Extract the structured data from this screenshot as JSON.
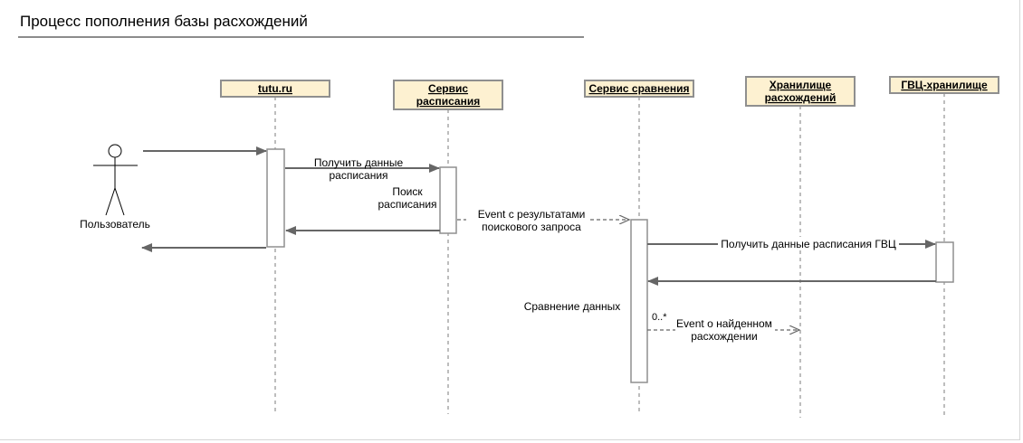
{
  "title": "Процесс пополнения базы расхождений",
  "actor": {
    "label": "Пользователь",
    "icon": "stick-figure-icon"
  },
  "participants": [
    {
      "id": "tutu",
      "lines": [
        "tutu.ru"
      ]
    },
    {
      "id": "schedule",
      "lines": [
        "Сервис",
        "расписания"
      ]
    },
    {
      "id": "compare",
      "lines": [
        "Сервис сравнения"
      ]
    },
    {
      "id": "storage",
      "lines": [
        "Хранилище",
        "расхождений"
      ]
    },
    {
      "id": "gvc",
      "lines": [
        "ГВЦ-хранилище"
      ]
    }
  ],
  "messages": [
    {
      "id": "msg-get-schedule",
      "lines": [
        "Получить данные",
        "расписания"
      ]
    },
    {
      "id": "msg-search",
      "lines": [
        "Поиск",
        "расписания"
      ]
    },
    {
      "id": "msg-event-results",
      "lines": [
        "Event с результатами",
        "поискового запроса"
      ]
    },
    {
      "id": "msg-get-gvc",
      "lines": [
        "Получить данные расписания ГВЦ"
      ]
    },
    {
      "id": "msg-compare",
      "lines": [
        "Сравнение данных"
      ]
    },
    {
      "id": "msg-multiplicity",
      "lines": [
        "0..*"
      ]
    },
    {
      "id": "msg-event-found",
      "lines": [
        "Event о найденном",
        "расхождении"
      ]
    }
  ],
  "colors": {
    "header_fill": "#fdf1d1",
    "header_border": "#8f8f8f",
    "line": "#666666",
    "lifeline": "#9a9a9a"
  }
}
